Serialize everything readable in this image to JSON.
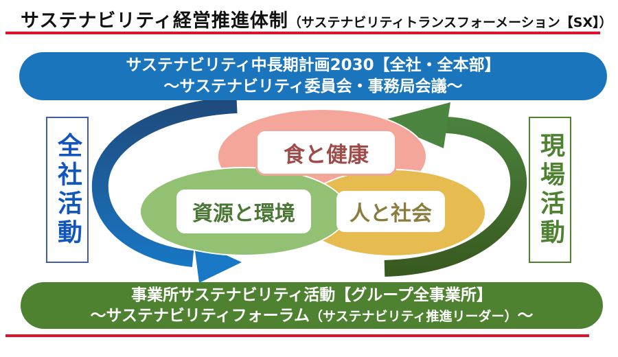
{
  "title": {
    "main": "サステナビリティ経営推進体制",
    "sub": "（サステナビリティトランスフォーメーション【SX】）"
  },
  "top_banner": {
    "line1": "サステナビリティ中長期計画2030【全社・全本部】",
    "line2": "～サステナビリティ委員会・事務局会議～"
  },
  "bottom_banner": {
    "line1": "事業所サステナビリティ活動【グループ全事業所】",
    "line2_main": "～サステナビリティフォーラム",
    "line2_paren": "（サステナビリティ推進リーダー）",
    "line2_tail": "～"
  },
  "side_labels": {
    "left": "全社活動",
    "right": "現場活動"
  },
  "themes": [
    {
      "label": "食と健康",
      "fill": "#F4A69A",
      "text_color": "#9E4C4A"
    },
    {
      "label": "資源と環境",
      "fill": "#92C173",
      "text_color": "#4A7733"
    },
    {
      "label": "人と社会",
      "fill": "#E6BB4F",
      "text_color": "#8A7C3E"
    }
  ],
  "arrows": {
    "left": {
      "grad_top": "#1F4A7C",
      "grad_bottom": "#1878C6",
      "head": "#1878C6"
    },
    "right": {
      "grad_top": "#4C8540",
      "grad_bottom": "#38591F",
      "head": "#4C8540"
    }
  },
  "colors": {
    "accent_red": "#E1112B",
    "banner_blue": "#1B75BC",
    "banner_green": "#4E8231",
    "left_box_text": "#1155BE",
    "left_box_border": "#3E5CA8",
    "right_box_green": "#4E8231"
  }
}
